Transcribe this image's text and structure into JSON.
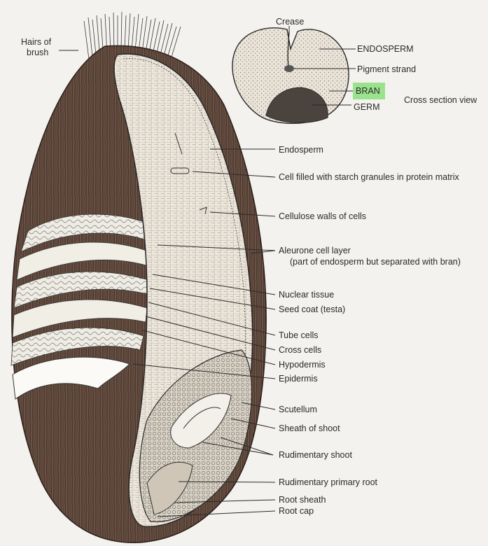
{
  "colors": {
    "background": "#f4f2ee",
    "husk": "#6e5548",
    "husk_dark": "#4a362c",
    "endosperm": "#ece6db",
    "germ": "#cfc7bb",
    "highlight": "#9be28f",
    "line": "#2a2a2a"
  },
  "labels": {
    "hairs_of_brush_1": "Hairs of",
    "hairs_of_brush_2": "brush",
    "crease": "Crease",
    "endosperm_caps": "ENDOSPERM",
    "pigment_strand": "Pigment strand",
    "bran": "BRAN",
    "germ": "GERM",
    "cross_section_view": "Cross section view",
    "endosperm": "Endosperm",
    "cell_filled": "Cell filled with starch granules in protein matrix",
    "cellulose_walls": "Cellulose walls of cells",
    "aleurone_1": "Aleurone cell layer",
    "aleurone_2": "(part of endosperm but separated with bran)",
    "nuclear_tissue": "Nuclear tissue",
    "seed_coat": "Seed coat (testa)",
    "tube_cells": "Tube cells",
    "cross_cells": "Cross cells",
    "hypodermis": "Hypodermis",
    "epidermis": "Epidermis",
    "scutellum": "Scutellum",
    "sheath_of_shoot": "Sheath of shoot",
    "rudimentary_shoot": "Rudimentary shoot",
    "rudimentary_primary_root": "Rudimentary primary root",
    "root_sheath": "Root sheath",
    "root_cap": "Root cap"
  }
}
